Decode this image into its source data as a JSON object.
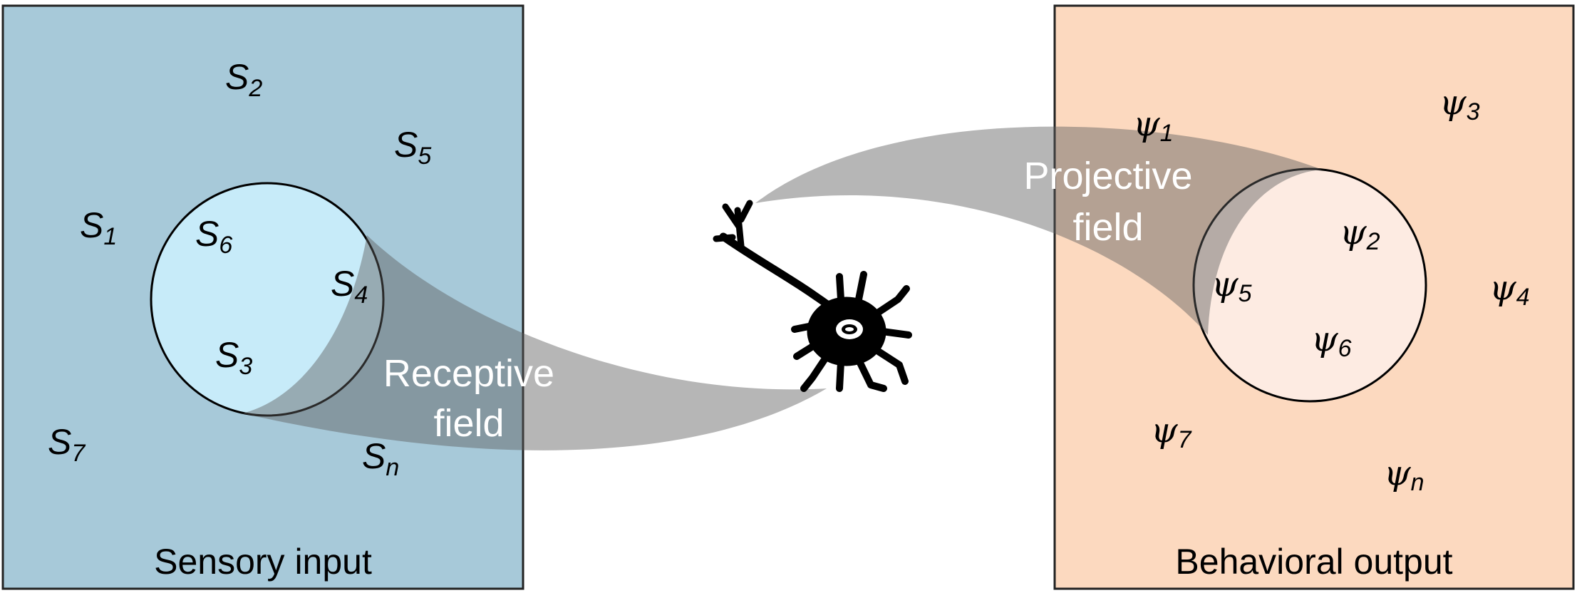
{
  "colors": {
    "sensory_panel": "#a7c9d9",
    "receptive_circle": "#c7ebf9",
    "behavioral_panel": "#fcd9bf",
    "projective_circle": "#fdebe2",
    "field_shade": "#8a8a8a"
  },
  "sensory": {
    "label": "Sensory input",
    "symbols": [
      {
        "base": "S",
        "sub": "2"
      },
      {
        "base": "S",
        "sub": "5"
      },
      {
        "base": "S",
        "sub": "1"
      },
      {
        "base": "S",
        "sub": "6"
      },
      {
        "base": "S",
        "sub": "4"
      },
      {
        "base": "S",
        "sub": "3"
      },
      {
        "base": "S",
        "sub": "7"
      },
      {
        "base": "S",
        "sub": "n"
      }
    ]
  },
  "receptive_field": {
    "line1": "Receptive",
    "line2": "field"
  },
  "projective_field": {
    "line1": "Projective",
    "line2": "field"
  },
  "behavioral": {
    "label": "Behavioral output",
    "symbols": [
      {
        "base": "ψ",
        "sub": "1"
      },
      {
        "base": "ψ",
        "sub": "3"
      },
      {
        "base": "ψ",
        "sub": "2"
      },
      {
        "base": "ψ",
        "sub": "5"
      },
      {
        "base": "ψ",
        "sub": "4"
      },
      {
        "base": "ψ",
        "sub": "6"
      },
      {
        "base": "ψ",
        "sub": "7"
      },
      {
        "base": "ψ",
        "sub": "n"
      }
    ]
  },
  "neuron": {
    "icon": "neuron-icon"
  }
}
